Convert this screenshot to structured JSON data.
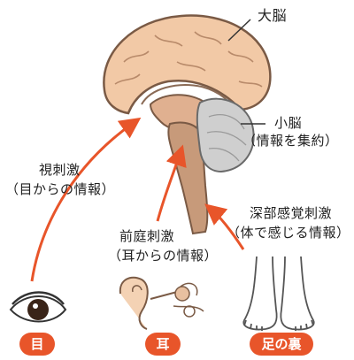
{
  "labels": {
    "cerebrum": "大脳",
    "cerebellum": "小脳",
    "cerebellum_note": "（情報を集約）",
    "visual": "視刺激",
    "visual_note": "（目からの情報）",
    "vestibular": "前庭刺激",
    "vestibular_note": "（耳からの情報）",
    "deep": "深部感覚刺激",
    "deep_note": "（体で感じる情報）"
  },
  "badges": {
    "eye": "目",
    "ear": "耳",
    "foot": "足の裏"
  },
  "colors": {
    "accent": "#e8552a",
    "cerebrum": "#f2c9a6",
    "cerebellum": "#cfcfcf",
    "brainstem": "#c79a7a"
  }
}
